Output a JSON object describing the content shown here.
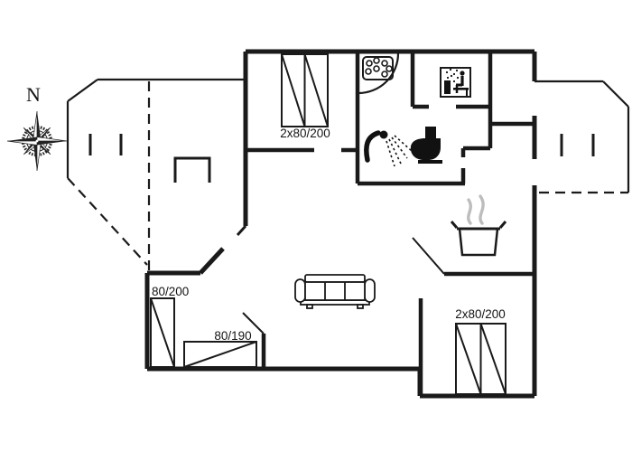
{
  "plan": {
    "compass_north": "N",
    "bed_labels": {
      "top_bedroom": "2x80/200",
      "left_bedroom_bed1": "80/200",
      "left_bedroom_bed2": "80/190",
      "right_bedroom": "2x80/200"
    },
    "icons": {
      "compass": "compass-rose",
      "whirlpool": "whirlpool-bubbles-icon",
      "sauna": "sauna-person-icon",
      "shower": "shower-head-icon",
      "toilet": "toilet-icon",
      "cooking": "pot-with-steam-icon",
      "sofa": "sofa-icon",
      "beds": "bed-with-diagonal-icon"
    },
    "colors": {
      "walls": "#1a1a1a",
      "steam": "#bdbdbd",
      "background": "#ffffff"
    }
  }
}
